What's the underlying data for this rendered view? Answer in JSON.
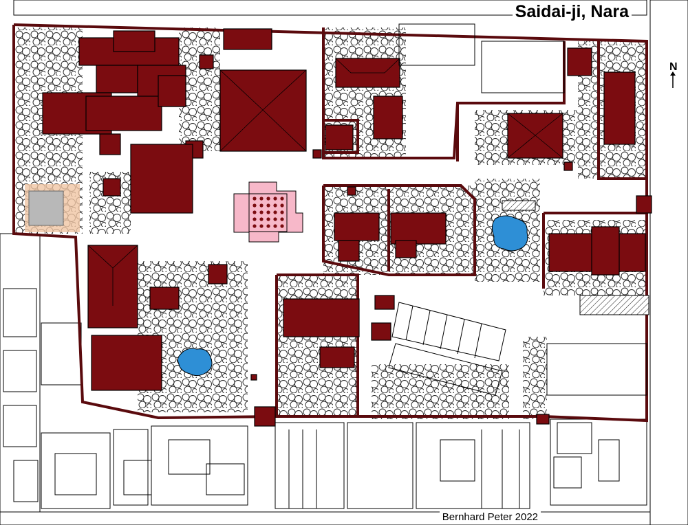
{
  "map": {
    "title": "Saidai-ji, Nara",
    "credit": "Bernhard Peter 2022",
    "north_label": "N",
    "colors": {
      "building": "#7b0c10",
      "wall": "#5a0a0d",
      "pagoda_base": "#f7b8c9",
      "pond": "#2e8fd6",
      "ruin": "#f0c6a4",
      "street": "#ffffff",
      "outline": "#000000"
    }
  }
}
